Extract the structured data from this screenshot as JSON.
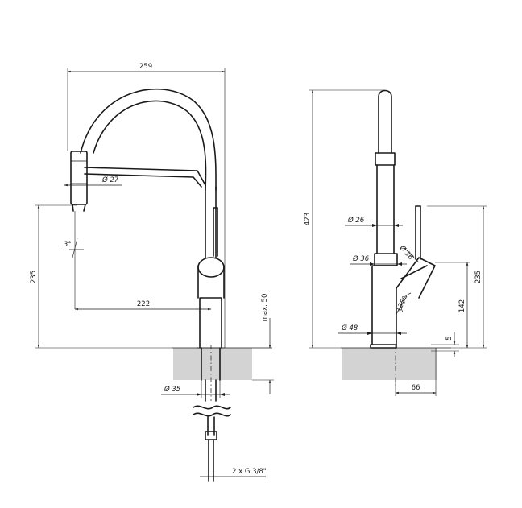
{
  "left_view": {
    "dim_width": "259",
    "dim_spray_diameter": "Ø 27",
    "dim_angle": "3°",
    "dim_height": "235",
    "dim_reach": "222",
    "dim_max_deck": "max. 50",
    "dim_hole_diameter": "Ø 35",
    "dim_connection": "2 x G 3/8\""
  },
  "right_view": {
    "dim_total_height": "423",
    "dim_neck_diameter": "Ø 26",
    "dim_joint_diameter": "Ø 36",
    "dim_lever_diameter": "Ø 36",
    "dim_body_height": "235",
    "dim_lever_height": "142",
    "dim_lever_angle": "125°",
    "dim_base_diameter": "Ø 48",
    "dim_base_height": "5",
    "dim_base_offset": "66"
  }
}
